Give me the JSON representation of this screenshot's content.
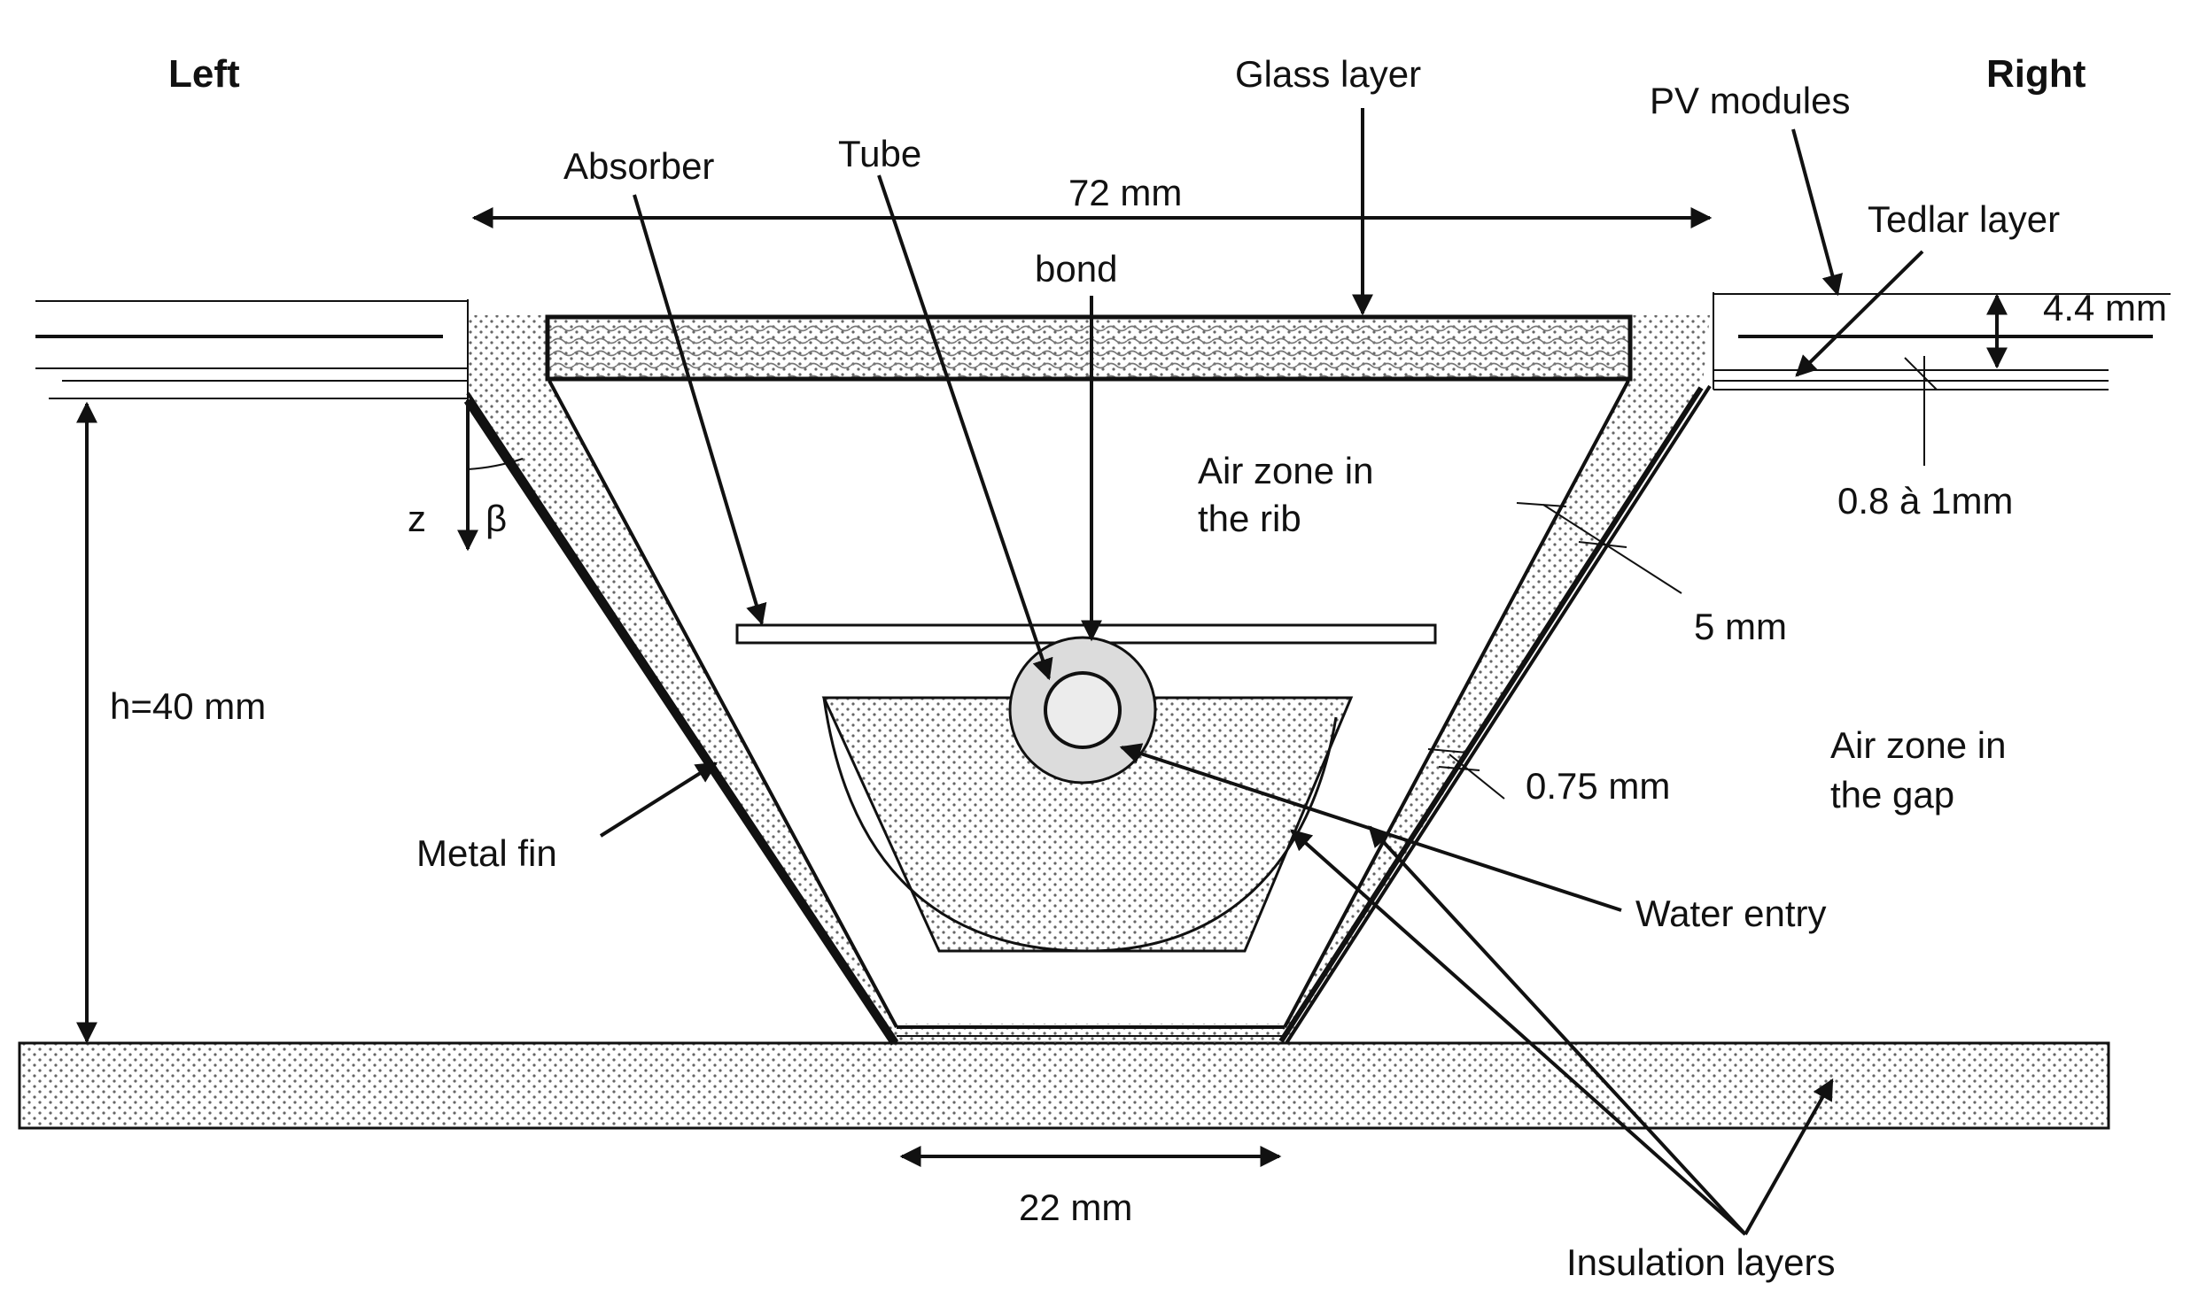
{
  "labels": {
    "left": "Left",
    "right": "Right",
    "glass_layer": "Glass layer",
    "pv_modules": "PV modules",
    "absorber": "Absorber",
    "tube": "Tube",
    "width_72": "72 mm",
    "bond": "bond",
    "tedlar_layer": "Tedlar layer",
    "thickness_44": "4.4 mm",
    "thickness_08": "0.8 à 1mm",
    "air_rib_line1": "Air zone in",
    "air_rib_line2": "the rib",
    "z": "z",
    "beta": "β",
    "insul_5": "5 mm",
    "height": "h=40 mm",
    "air_gap_line1": "Air zone in",
    "air_gap_line2": "the gap",
    "fin_075": "0.75 mm",
    "metal_fin": "Metal fin",
    "water_entry": "Water entry",
    "width_22": "22 mm",
    "insulation_layers": "Insulation layers"
  },
  "colors": {
    "line": "#111111",
    "dots": "#666666",
    "tube_fill": "#dcdcdc",
    "background": "#ffffff"
  }
}
